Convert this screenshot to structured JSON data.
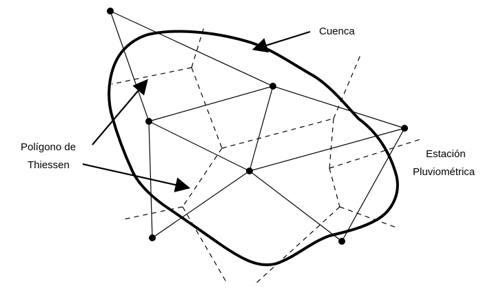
{
  "labels": {
    "basin": "Cuenca",
    "polygon_line1": "Polígono de",
    "polygon_line2": "Thiessen",
    "station_line1": "Estación",
    "station_line2": "Pluviométrica"
  },
  "stations": [
    {
      "id": "s1"
    },
    {
      "id": "s2"
    },
    {
      "id": "s3"
    },
    {
      "id": "s4"
    },
    {
      "id": "s5"
    },
    {
      "id": "s6"
    },
    {
      "id": "s7"
    }
  ],
  "colors": {
    "ink": "#000000",
    "background": "#ffffff"
  },
  "line_styles": {
    "triangulation": "solid",
    "thiessen_polygon": "dashed",
    "basin_boundary": "thick-solid"
  }
}
